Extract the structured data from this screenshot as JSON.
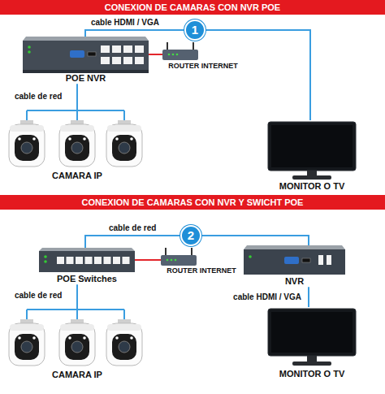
{
  "diagram": {
    "title": "CONEXION DE CAMARAS CON NVR POE",
    "nodes": [
      {
        "text": [
          "POE NVR"
        ]
      },
      {
        "text": [
          "ROUTER INTERNET"
        ]
      },
      {
        "text": [
          "MONITOR O TV"
        ]
      },
      {
        "text": [
          "CAMARA IP"
        ]
      },
      {
        "text": [
          "POE Switches"
        ]
      },
      {
        "text": [
          "ROUTER INTERNET"
        ]
      },
      {
        "text": [
          "NVR"
        ]
      },
      {
        "text": [
          "MONITOR O TV"
        ]
      },
      {
        "text": [
          "CAMARA IP"
        ]
      }
    ],
    "edges": [
      {
        "from": 0,
        "to": 2,
        "label": "cable HDMI / VGA",
        "arrow": "none"
      },
      {
        "from": 0,
        "to": 1,
        "arrow": "none"
      },
      {
        "from": 0,
        "to": 3,
        "label": "cable de red",
        "arrow": "none"
      },
      {
        "from": 4,
        "to": 6,
        "label": "cable de red",
        "arrow": "none"
      },
      {
        "from": 4,
        "to": 5,
        "arrow": "none"
      },
      {
        "from": 6,
        "to": 7,
        "label": "cable HDMI / VGA",
        "arrow": "none"
      },
      {
        "from": 4,
        "to": 8,
        "label": "cable de red",
        "arrow": "none"
      }
    ],
    "labels": [
      "CONEXION DE CAMARAS CON NVR Y SWICHT POE",
      "1",
      "2"
    ]
  }
}
